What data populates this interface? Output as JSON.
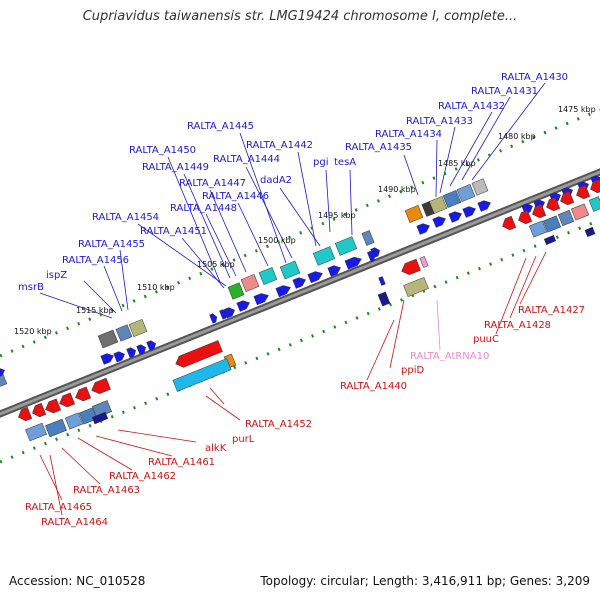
{
  "title": "Cupriavidus taiwanensis str. LMG19424 chromosome I, complete...",
  "accession": "Accession: NC_010528",
  "topology": "Topology: circular; Length: 3,416,911 bp; Genes: 3,209",
  "colors": {
    "top_strand_label": "#1a1ad6",
    "bottom_strand_label": "#d01010",
    "rna_label": "#ee88cc",
    "backbone": "#777777",
    "ticks": "#1a7a1a"
  },
  "scale_labels": [
    "1475 kbp",
    "1480 kbp",
    "1485 kbp",
    "1490 kbp",
    "1495 kbp",
    "1500 kbp",
    "1505 kbp",
    "1510 kbp",
    "1515 kbp",
    "1520 kbp"
  ],
  "top_genes": [
    "RALTA_A1430",
    "RALTA_A1431",
    "RALTA_A1432",
    "RALTA_A1433",
    "RALTA_A1434",
    "RALTA_A1435",
    "tesA",
    "pgi",
    "dadA2",
    "RALTA_A1442",
    "RALTA_A1444",
    "RALTA_A1445",
    "RALTA_A1446",
    "RALTA_A1447",
    "RALTA_A1448",
    "RALTA_A1449",
    "RALTA_A1450",
    "RALTA_A1451",
    "RALTA_A1454",
    "RALTA_A1455",
    "RALTA_A1456",
    "ispZ",
    "msrB"
  ],
  "bottom_genes": [
    "RALTA_A1427",
    "RALTA_A1428",
    "puuC",
    "RALTA_AtRNA10",
    "ppiD",
    "RALTA_A1440",
    "RALTA_A1452",
    "purL",
    "alkK",
    "RALTA_A1461",
    "RALTA_A1462",
    "RALTA_A1463",
    "RALTA_A1465",
    "RALTA_A1464"
  ]
}
